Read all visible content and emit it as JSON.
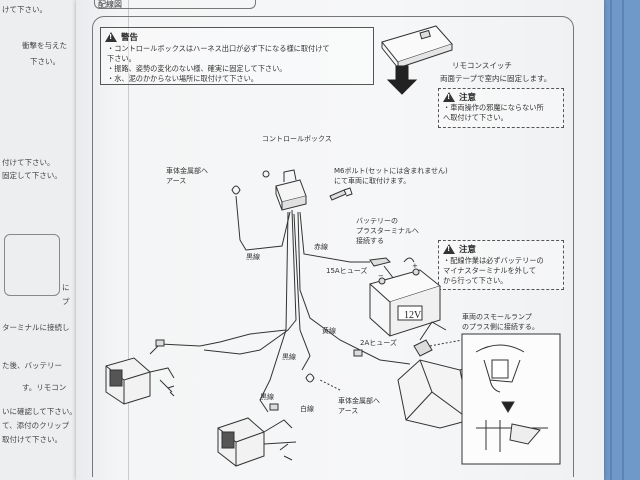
{
  "header": {
    "tab_title": "配線図",
    "top_fragment": "けて下さい。"
  },
  "left_sheet": {
    "fragments": [
      "衝撃を与えた",
      "下さい。",
      "付けて下さい。",
      "固定して下さい。",
      "に",
      "プ",
      "ターミナルに接続し",
      "た後、バッテリー",
      "す。リモコン",
      "いに確認して下さい。",
      "て、添付のクリップ",
      "取付けて下さい。"
    ]
  },
  "warning_box": {
    "title": "警告",
    "lines": [
      "・コントロールボックスはハーネス出口が必ず下になる様に取付けて",
      "  下さい。",
      "・振路、姿勢の変化のない様、確実に固定して下さい。",
      "・水、泥のかからない場所に取付けて下さい。"
    ]
  },
  "remote_switch": {
    "label": "リモコンスイッチ",
    "desc": "両面テープで室内に固定します。"
  },
  "caution_box_1": {
    "title": "注意",
    "lines": [
      "・車両操作の邪魔にならない所",
      "  へ取付けて下さい。"
    ]
  },
  "caution_box_2": {
    "title": "注意",
    "lines": [
      "・配線作業は必ずバッテリーの",
      "  マイナスターミナルを外して",
      "  から行って下さい。"
    ]
  },
  "labels": {
    "control_box": "コントロールボックス",
    "body_ground_1a": "車体金属部へ",
    "body_ground_1b": "アース",
    "m6_bolt_1": "M6ボルト(セットには含まれません)",
    "m6_bolt_2": "にて車両に取付けます。",
    "black_wire_1": "黒線",
    "red_wire": "赤線",
    "battery_plus_1": "バッテリーの",
    "battery_plus_2": "プラスターミナルへ",
    "battery_plus_3": "接続する",
    "fuse_15a": "15Aヒューズ",
    "battery_label": "12V",
    "yellow_wire": "黄線",
    "fuse_2a": "2Aヒューズ",
    "small_lamp_1": "車両のスモールランプ",
    "small_lamp_2": "のプラス側に接続する。",
    "black_wire_2": "黒線",
    "body_ground_2a": "車体金属部へ",
    "body_ground_2b": "アース",
    "black_wire_3": "黒線",
    "white_wire": "白線",
    "battery_minus": "−",
    "battery_plus": "+"
  }
}
